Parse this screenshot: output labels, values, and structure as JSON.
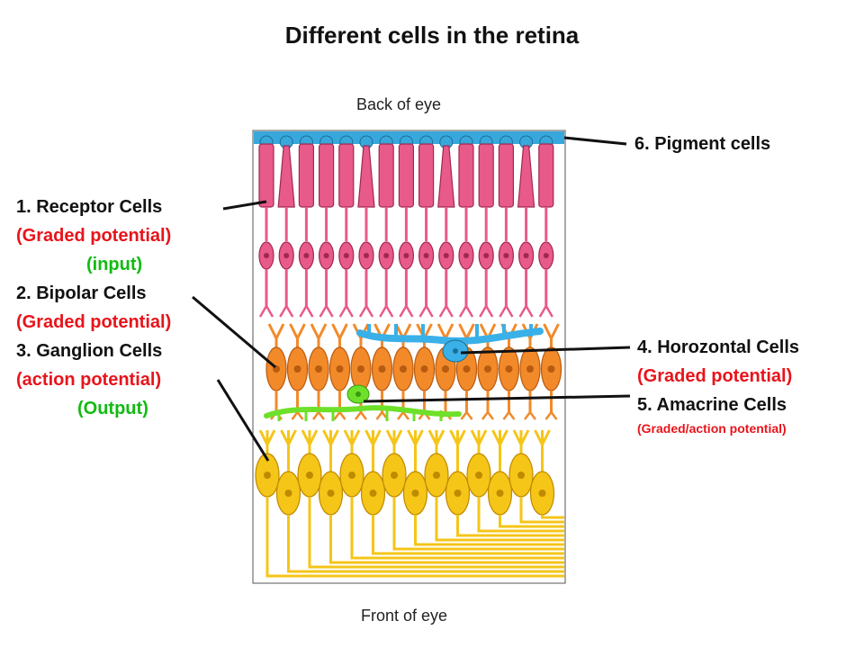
{
  "title": "Different cells in the retina",
  "orientation": {
    "top": "Back of eye",
    "bottom": "Front of eye"
  },
  "left_labels": {
    "receptor": "1. Receptor Cells",
    "receptor_type": "(Graded potential)",
    "receptor_role": "(input)",
    "bipolar": "2. Bipolar Cells",
    "bipolar_type": "(Graded potential)",
    "ganglion": "3. Ganglion Cells",
    "ganglion_type": "(action potential)",
    "ganglion_role": "(Output)"
  },
  "right_labels": {
    "pigment": "6.  Pigment cells",
    "horizontal": "4. Horozontal Cells",
    "horizontal_type": "(Graded potential)",
    "amacrine": "5. Amacrine Cells",
    "amacrine_type": "(Graded/action potential)"
  },
  "colors": {
    "pigment": "#38a8dc",
    "receptor": "#e85a8a",
    "bipolar": "#f28a2a",
    "ganglion": "#f5c518",
    "horizontal": "#3ab0e8",
    "amacrine": "#6fe02a",
    "label_red": "#e8141b",
    "label_green": "#11bb11"
  }
}
